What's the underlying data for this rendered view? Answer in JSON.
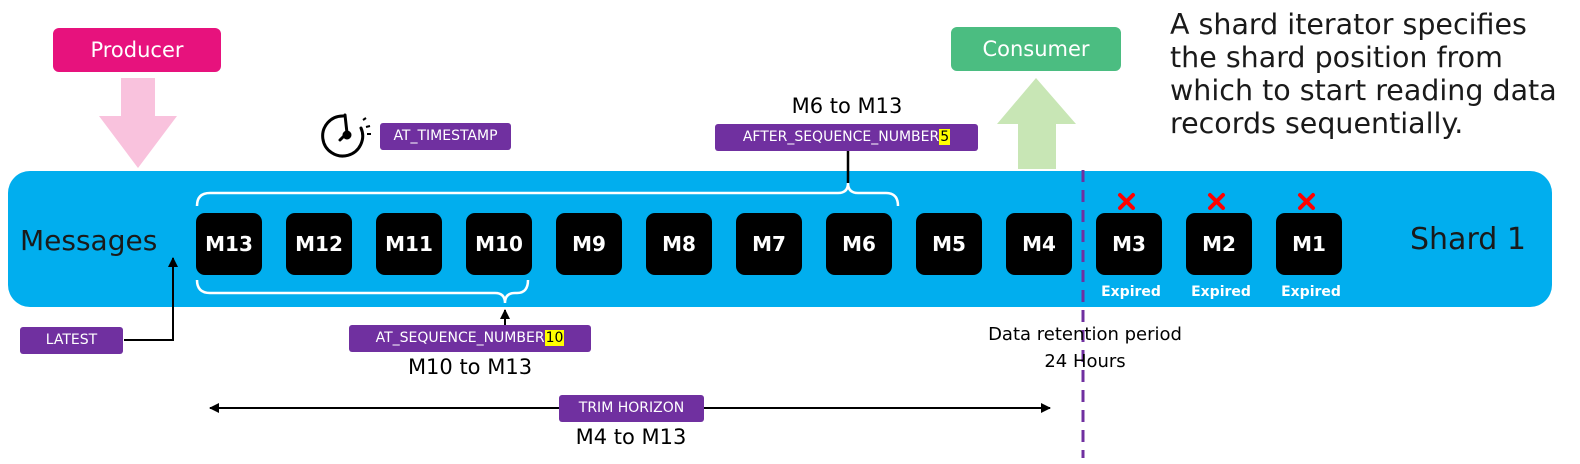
{
  "producer_label": "Producer",
  "consumer_label": "Consumer",
  "description": "A shard iterator specifies the shard position from which to start reading data records sequentially.",
  "stream_label": "Messages",
  "shard_label": "Shard 1",
  "messages": [
    {
      "label": "M13"
    },
    {
      "label": "M12"
    },
    {
      "label": "M11"
    },
    {
      "label": "M10"
    },
    {
      "label": "M9"
    },
    {
      "label": "M8"
    },
    {
      "label": "M7"
    },
    {
      "label": "M6"
    },
    {
      "label": "M5"
    },
    {
      "label": "M4"
    },
    {
      "label": "M3",
      "status": "Expired"
    },
    {
      "label": "M2",
      "status": "Expired"
    },
    {
      "label": "M1",
      "status": "Expired"
    }
  ],
  "iterators": {
    "at_timestamp": "AT_TIMESTAMP",
    "after_sequence_number": {
      "label": "AFTER_SEQUENCE_NUMBER",
      "value": "5",
      "range": "M6 to M13"
    },
    "at_sequence_number": {
      "label": "AT_SEQUENCE_NUMBER",
      "value": "10",
      "range": "M10 to M13"
    },
    "latest": "LATEST",
    "trim_horizon": {
      "label": "TRIM HORIZON",
      "range": "M4 to M13"
    }
  },
  "retention": {
    "line1": "Data retention period",
    "line2": "24 Hours"
  },
  "colors": {
    "stream": "#01aeee",
    "producer": "#e7127d",
    "producer_arrow": "#f9c2dd",
    "consumer": "#4bbd81",
    "consumer_arrow": "#c8e6b5",
    "iterator": "#7030a0",
    "highlight": "#ffff00",
    "expired_mark": "#ff0000"
  }
}
